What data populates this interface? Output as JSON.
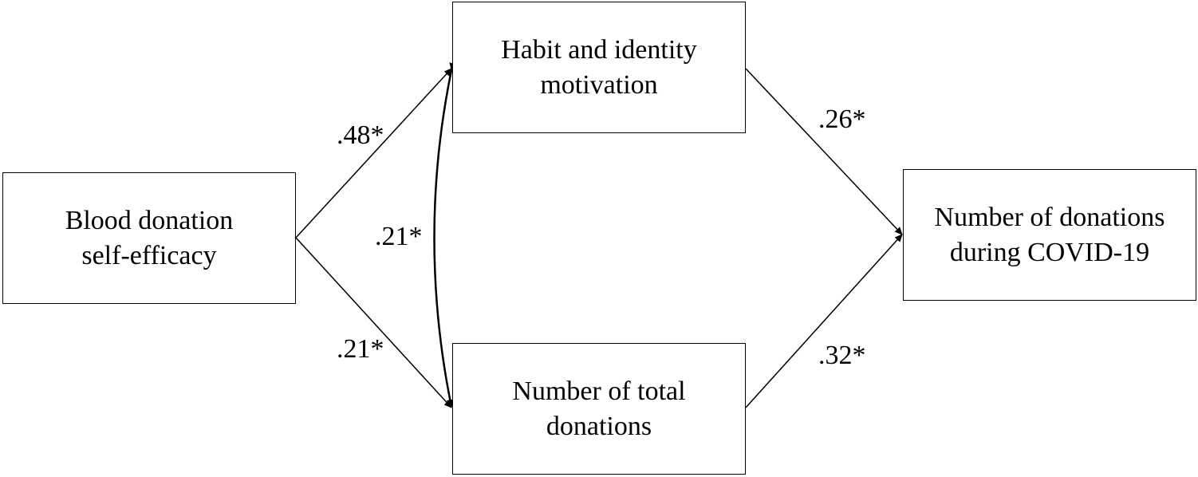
{
  "nodes": {
    "efficacy": {
      "line1": "Blood donation",
      "line2": "self-efficacy"
    },
    "habit": {
      "line1": "Habit and identity",
      "line2": "motivation"
    },
    "total": {
      "line1": "Number of total",
      "line2": "donations"
    },
    "covid": {
      "line1": "Number of donations",
      "line2": "during COVID-19"
    }
  },
  "paths": {
    "efficacy_to_habit": ".48*",
    "habit_total_covariance": ".21*",
    "efficacy_to_total": ".21*",
    "habit_to_covid": ".26*",
    "total_to_covid": ".32*"
  }
}
